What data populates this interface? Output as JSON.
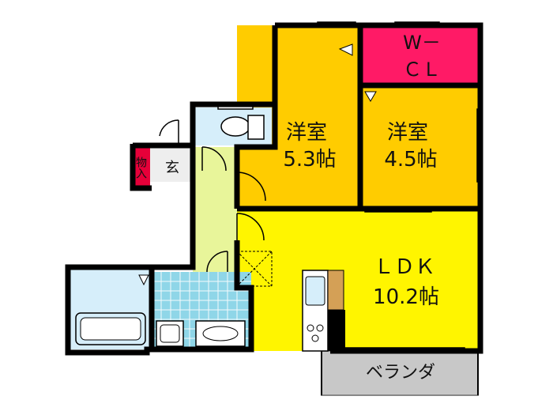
{
  "rooms": {
    "bedroom1": {
      "name": "洋室",
      "size": "5.3帖",
      "color": "#FFCC00"
    },
    "bedroom2": {
      "name": "洋室",
      "size": "4.5帖",
      "color": "#FFCC00"
    },
    "wcl": {
      "line1": "W－",
      "line2": "ＣＬ",
      "color": "#FF1A66"
    },
    "ldk": {
      "name": "ＬＤＫ",
      "size": "10.2帖",
      "color": "#FFF500"
    },
    "genkan": {
      "label": "玄"
    },
    "storage": {
      "label": "物入",
      "color": "#E60039"
    },
    "hall": {
      "color": "#E8F59A"
    },
    "balcony": {
      "label": "ベランダ",
      "color": "#C8C8C8"
    },
    "bath": {
      "color": "#D6EEFA"
    },
    "washroom": {
      "color": "#8FD6E8"
    },
    "toilet": {
      "color": "#D6EEFA"
    }
  }
}
